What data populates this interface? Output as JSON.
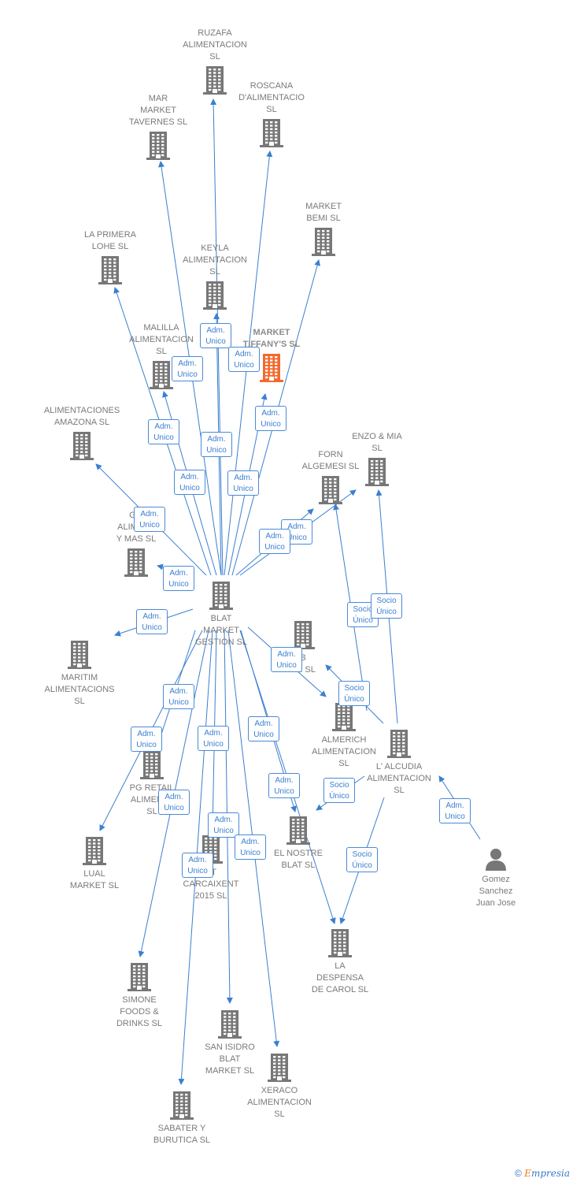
{
  "colors": {
    "edge": "#3b7fd0",
    "building": "#777777",
    "highlight": "#f26a2e",
    "label": "#7a7a7a"
  },
  "nodes": [
    {
      "id": "ruzafa",
      "label": "RUZAFA\nALIMENTACION\nSL",
      "type": "company"
    },
    {
      "id": "mar",
      "label": "MAR\nMARKET\nTAVERNES  SL",
      "type": "company"
    },
    {
      "id": "roscana",
      "label": "ROSCANA\nD'ALIMENTACIO\nSL",
      "type": "company"
    },
    {
      "id": "bemi",
      "label": "MARKET\nBEMI  SL",
      "type": "company"
    },
    {
      "id": "primera",
      "label": "LA PRIMERA\nLOHE  SL",
      "type": "company"
    },
    {
      "id": "keyla",
      "label": "KEYLA\nALIMENTACION\nSL",
      "type": "company"
    },
    {
      "id": "malilla",
      "label": "MALILLA\nALIMENTACION\nSL",
      "type": "company"
    },
    {
      "id": "tiffany",
      "label": "MARKET\nTIFFANY'S  SL",
      "type": "company",
      "highlight": true
    },
    {
      "id": "amazona",
      "label": "ALIMENTACIONES\nAMAZONA  SL",
      "type": "company"
    },
    {
      "id": "enzo",
      "label": "ENZO & MIA\nSL",
      "type": "company"
    },
    {
      "id": "forn",
      "label": "FORN\nALGEMESI  SL",
      "type": "company"
    },
    {
      "id": "gil",
      "label": "GIL\nALIMENT\nY MAS  SL",
      "type": "company"
    },
    {
      "id": "blat",
      "label": "BLAT\nMARKET\nGESTION  SL",
      "type": "company"
    },
    {
      "id": "maritim",
      "label": "MARITIM\nALIMENTACIONS\nSL",
      "type": "company"
    },
    {
      "id": "bar",
      "label": "B\nAR  SL",
      "type": "company"
    },
    {
      "id": "almerich",
      "label": "ALMERICH\nALIMENTACION\nSL",
      "type": "company"
    },
    {
      "id": "alcudia",
      "label": "L' ALCUDIA\nALIMENTACION\nSL",
      "type": "company"
    },
    {
      "id": "pgretail",
      "label": "PG RETAIL\nALIMENTA\nSL",
      "type": "company"
    },
    {
      "id": "lual",
      "label": "LUAL\nMARKET  SL",
      "type": "company"
    },
    {
      "id": "carcaixent",
      "label": "ET\nCARCAIXENT\n2015  SL",
      "type": "company"
    },
    {
      "id": "nostre",
      "label": "EL NOSTRE\nBLAT  SL",
      "type": "company"
    },
    {
      "id": "gomez",
      "label": "Gomez\nSanchez\nJuan Jose",
      "type": "person"
    },
    {
      "id": "despensa",
      "label": "LA\nDESPENSA\nDE CAROL  SL",
      "type": "company"
    },
    {
      "id": "simone",
      "label": "SIMONE\nFOODS &\nDRINKS  SL",
      "type": "company"
    },
    {
      "id": "isidro",
      "label": "SAN ISIDRO\nBLAT\nMARKET  SL",
      "type": "company"
    },
    {
      "id": "xeraco",
      "label": "XERACO\nALIMENTACION\nSL",
      "type": "company"
    },
    {
      "id": "sabater",
      "label": "SABATER Y\nBURUTICA  SL",
      "type": "company"
    }
  ],
  "edges": [
    {
      "from": "blat",
      "to": "ruzafa",
      "label": ""
    },
    {
      "from": "blat",
      "to": "mar",
      "label": ""
    },
    {
      "from": "blat",
      "to": "roscana",
      "label": ""
    },
    {
      "from": "blat",
      "to": "bemi",
      "label": "Adm.\nUnico"
    },
    {
      "from": "blat",
      "to": "primera",
      "label": "Adm.\nUnico"
    },
    {
      "from": "blat",
      "to": "keyla",
      "label": "Adm.\nUnico"
    },
    {
      "from": "blat",
      "to": "malilla",
      "label": "Adm.\nUnico"
    },
    {
      "from": "blat",
      "to": "tiffany",
      "label": "Adm.\nUnico"
    },
    {
      "from": "blat",
      "to": "amazona",
      "label": "Adm.\nUnico"
    },
    {
      "from": "blat",
      "to": "enzo",
      "label": "Adm.\nUnico"
    },
    {
      "from": "blat",
      "to": "forn",
      "label": "Adm.\nUnico"
    },
    {
      "from": "blat",
      "to": "gil",
      "label": "Adm.\nUnico"
    },
    {
      "from": "blat",
      "to": "maritim",
      "label": "Adm.\nUnico"
    },
    {
      "from": "blat",
      "to": "almerich",
      "label": "Adm.\nUnico"
    },
    {
      "from": "blat",
      "to": "pgretail",
      "label": "Adm.\nUnico"
    },
    {
      "from": "blat",
      "to": "lual",
      "label": "Adm.\nUnico"
    },
    {
      "from": "blat",
      "to": "carcaixent",
      "label": "Adm.\nUnico"
    },
    {
      "from": "blat",
      "to": "nostre",
      "label": "Adm.\nUnico"
    },
    {
      "from": "blat",
      "to": "despensa",
      "label": "Adm.\nUnico"
    },
    {
      "from": "blat",
      "to": "simone",
      "label": "Adm.\nUnico"
    },
    {
      "from": "blat",
      "to": "isidro",
      "label": "Adm.\nUnico"
    },
    {
      "from": "blat",
      "to": "xeraco",
      "label": "Adm.\nUnico"
    },
    {
      "from": "blat",
      "to": "sabater",
      "label": "Adm.\nUnico"
    },
    {
      "from": "alcudia",
      "to": "forn",
      "label": "Socio\nÚnico"
    },
    {
      "from": "alcudia",
      "to": "enzo",
      "label": "Socio\nÚnico"
    },
    {
      "from": "alcudia",
      "to": "bar",
      "label": "Socio\nÚnico"
    },
    {
      "from": "alcudia",
      "to": "nostre",
      "label": "Socio\nÚnico"
    },
    {
      "from": "alcudia",
      "to": "despensa",
      "label": "Socio\nÚnico"
    },
    {
      "from": "gomez",
      "to": "alcudia",
      "label": "Adm.\nUnico"
    }
  ],
  "extra_labels": [
    "Adm.\nUnico",
    "Adm.\nUnico",
    "Adm.\nUnico"
  ],
  "footer": {
    "copyright": "©",
    "brand_first": "E",
    "brand_rest": "mpresia"
  }
}
